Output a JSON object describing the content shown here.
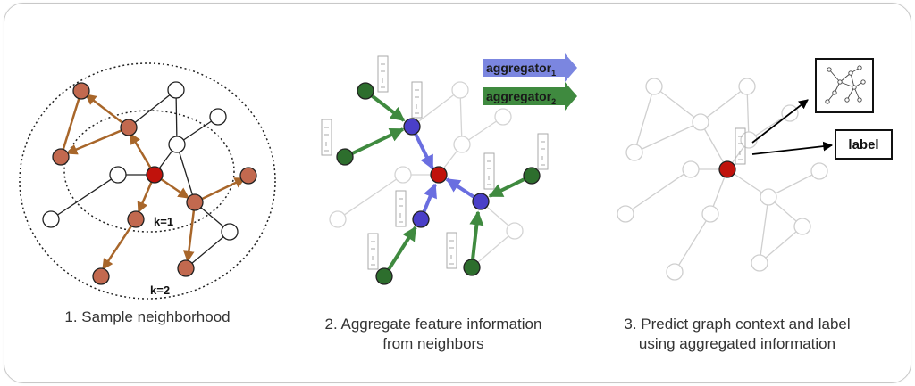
{
  "panel1": {
    "caption": "1. Sample neighborhood",
    "k1_label": "k=1",
    "k2_label": "k=2"
  },
  "panel2": {
    "caption_line1": "2. Aggregate feature information",
    "caption_line2": "from neighbors",
    "aggregator1": {
      "name": "aggregator",
      "sub": "1"
    },
    "aggregator2": {
      "name": "aggregator",
      "sub": "2"
    }
  },
  "panel3": {
    "caption_line1": "3. Predict graph context and label",
    "caption_line2": "using aggregated information",
    "label_box": "label"
  },
  "colors": {
    "target_node": "#c0120c",
    "sampled_node": "#c2694f",
    "sampled_edge": "#a8662a",
    "aggregator1": "#7b86e0",
    "aggregator2": "#3f8a3f",
    "hop1_node": "#4a3fc8",
    "hop2_node": "#2d6e2d"
  }
}
